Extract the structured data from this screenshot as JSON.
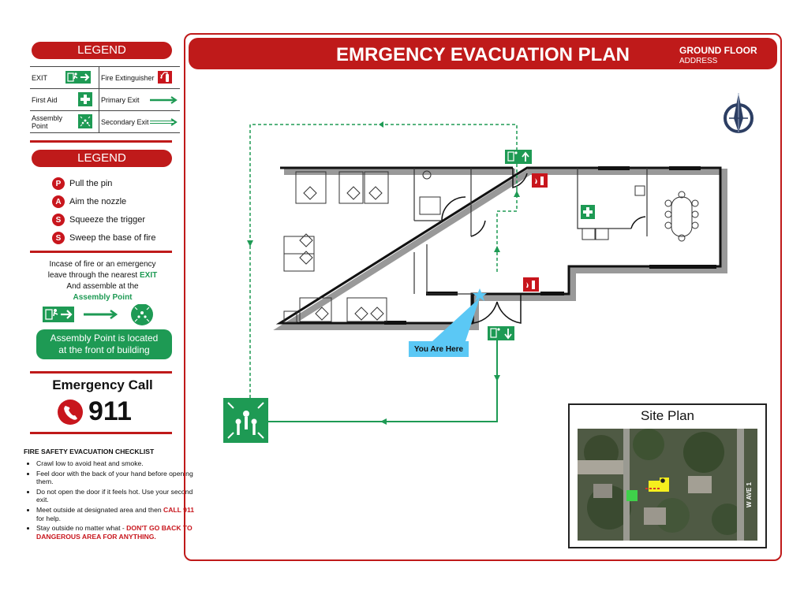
{
  "legend": {
    "title": "LEGEND",
    "rows": [
      {
        "left_label": "EXIT",
        "right_label": "Fire Extinguisher"
      },
      {
        "left_label": "First Aid",
        "right_label": "Primary Exit"
      },
      {
        "left_label": "Assembly Point",
        "right_label": "Secondary Exit"
      }
    ]
  },
  "pass": {
    "title": "LEGEND",
    "items": [
      {
        "letter": "P",
        "text": "Pull the pin"
      },
      {
        "letter": "A",
        "text": "Aim the nozzle"
      },
      {
        "letter": "S",
        "text": "Squeeze the trigger"
      },
      {
        "letter": "S",
        "text": "Sweep the base of fire"
      }
    ]
  },
  "instructions": {
    "line1": "Incase of fire or an emergency",
    "line2_prefix": "leave through the nearest",
    "line2_highlight": "EXIT",
    "line3": "And assemble at the",
    "line4_highlight": "Assembly Point",
    "assembly_note_line1": "Assembly Point is located",
    "assembly_note_line2": "at the front of building"
  },
  "emergency": {
    "title": "Emergency Call",
    "number": "911"
  },
  "checklist": {
    "title": "FIRE SAFETY EVACUATION CHECKLIST",
    "items": [
      {
        "text": "Crawl low to avoid heat and smoke."
      },
      {
        "text": "Feel door with the back of your hand before opening them."
      },
      {
        "text": "Do not open the door if it feels hot. Use your second exit."
      },
      {
        "text": "Meet outside at designated area and then",
        "highlight": "CALL 911",
        "suffix": "for help."
      },
      {
        "text": "Stay outside no matter what -",
        "highlight": "DON'T GO BACK TO DANGEROUS AREA FOR ANYTHING."
      }
    ]
  },
  "plan": {
    "title": "EMRGENCY EVACUATION PLAN",
    "floor": "GROUND FLOOR",
    "address": "ADDRESS",
    "you_are_here": "You Are Here"
  },
  "site_plan": {
    "title": "Site Plan",
    "street_label": "W AVE 1"
  },
  "colors": {
    "brand_red": "#bf1a1a",
    "exit_green": "#1e9a54",
    "marker_blue": "#5bc8f5"
  },
  "icons": [
    "exit-icon",
    "fire-extinguisher-icon",
    "first-aid-icon",
    "assembly-point-icon",
    "primary-exit-arrow-icon",
    "secondary-exit-arrow-icon",
    "compass-icon",
    "phone-icon",
    "you-are-here-star-icon"
  ]
}
